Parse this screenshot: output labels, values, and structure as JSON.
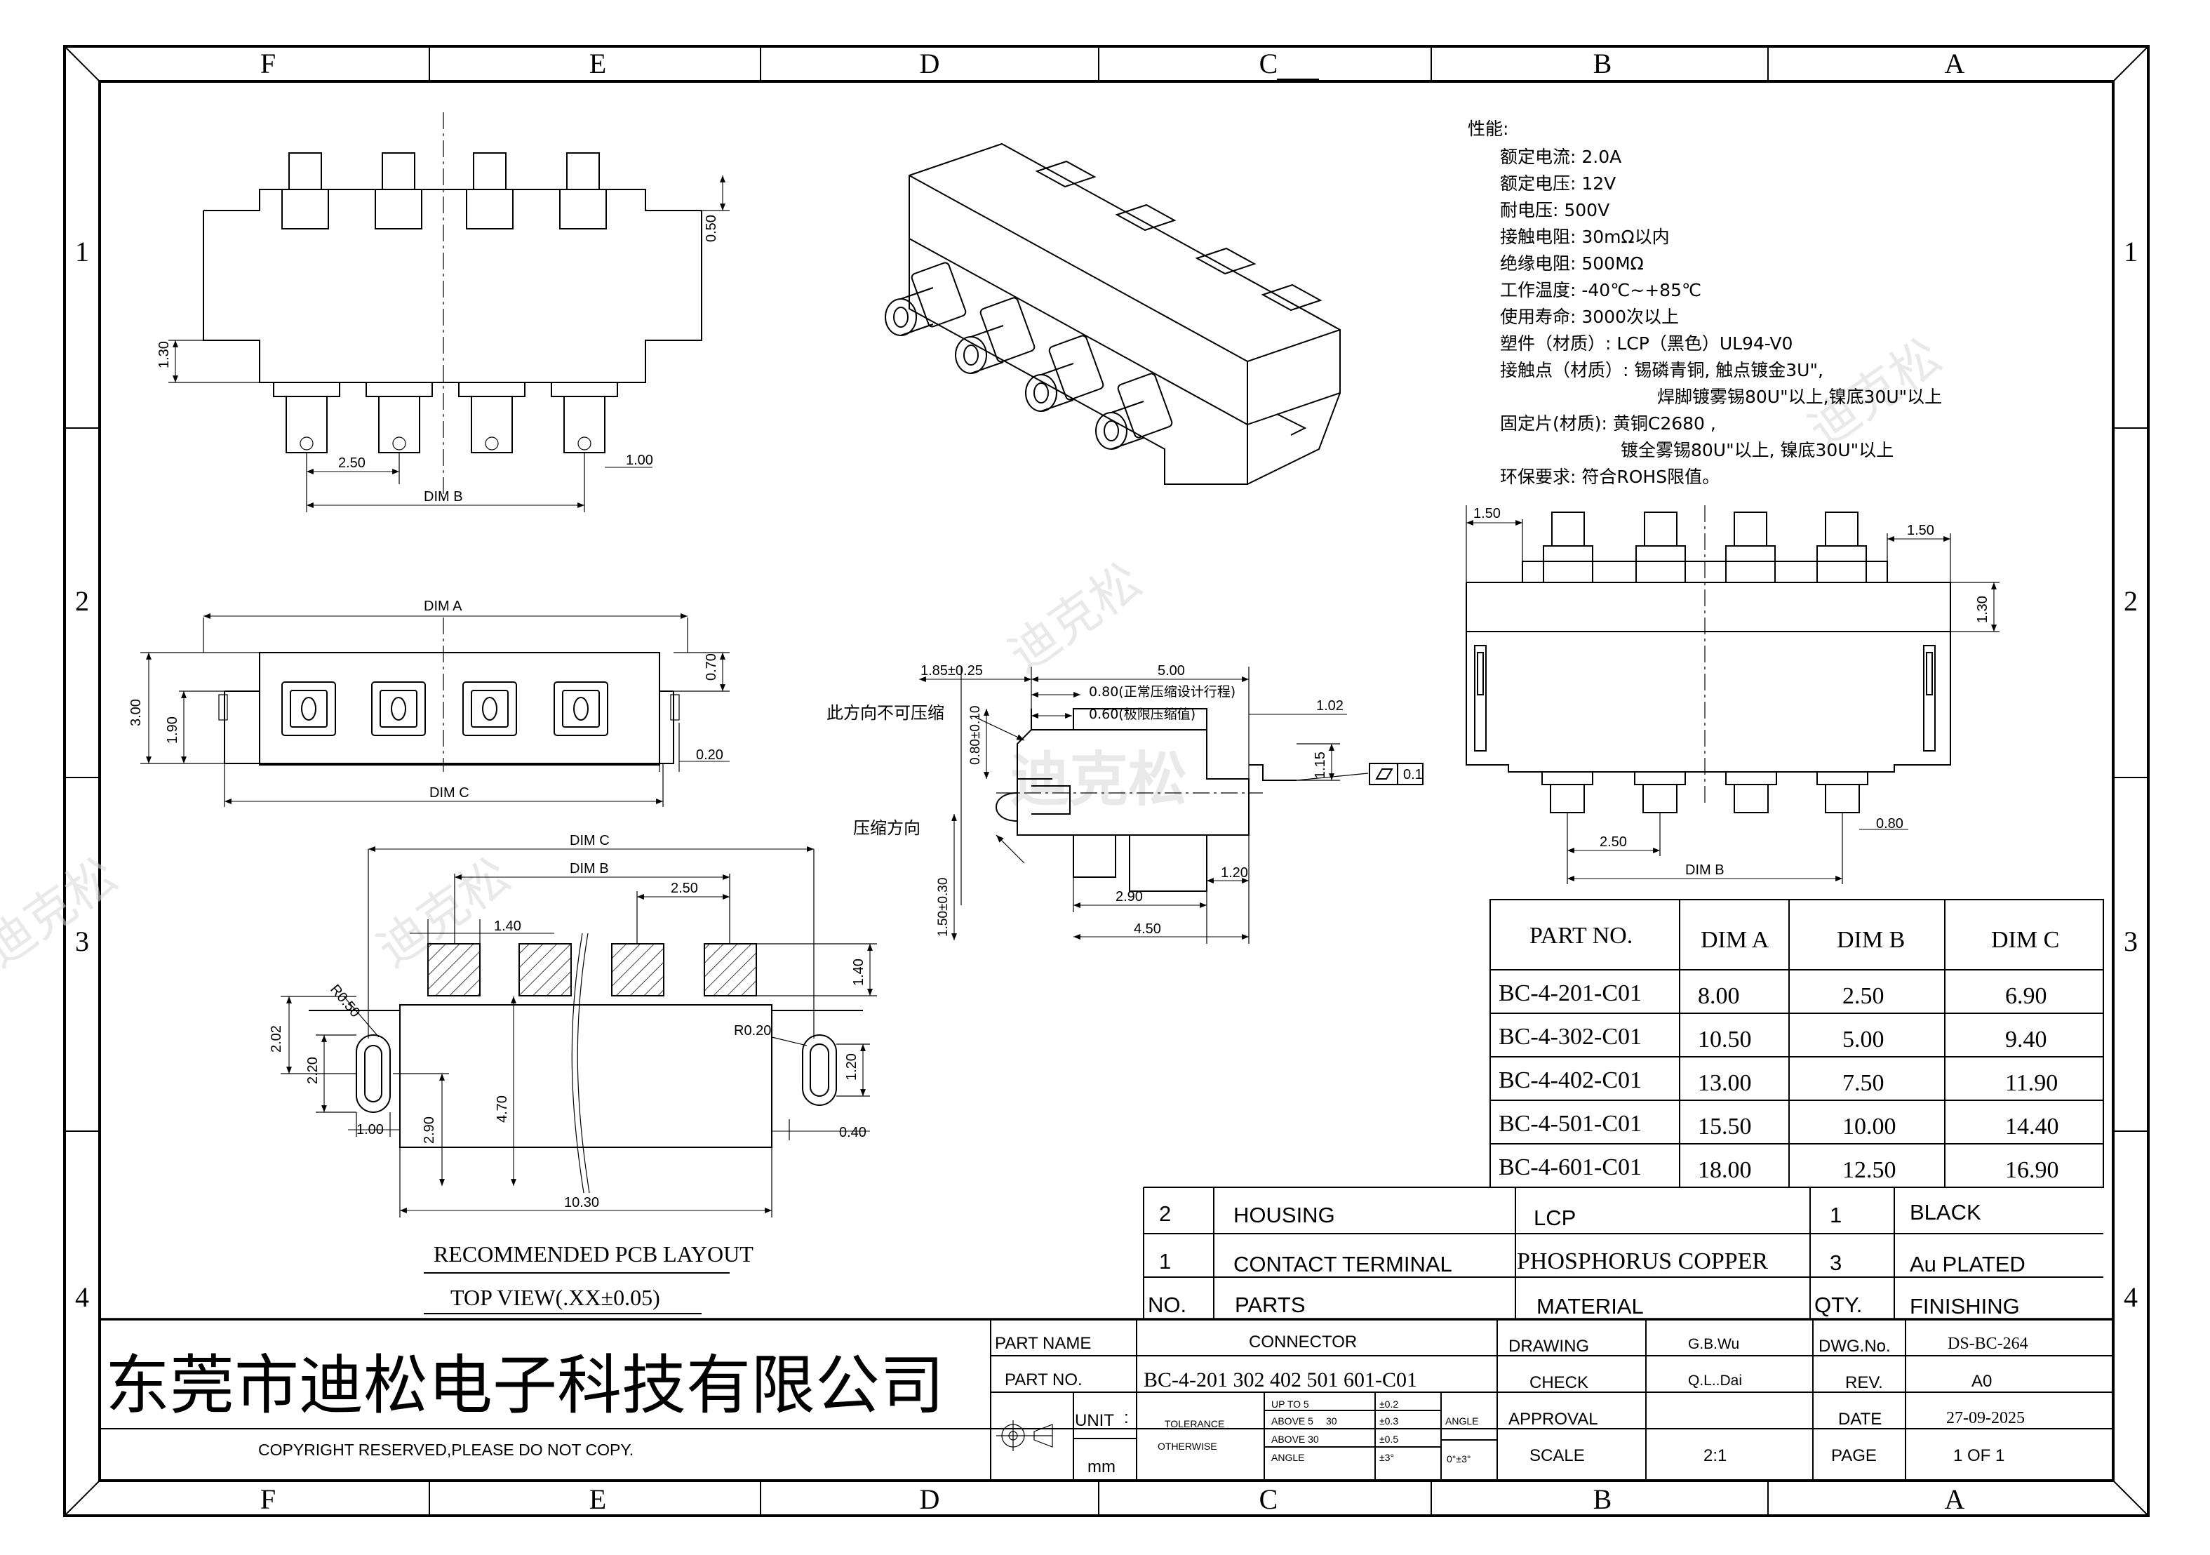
{
  "border": {
    "columns": [
      "F",
      "E",
      "D",
      "C",
      "B",
      "A"
    ],
    "rows": [
      "1",
      "2",
      "3",
      "4"
    ]
  },
  "watermark": "迪克松",
  "specs": {
    "heading": "性能:",
    "lines": [
      "额定电流: 2.0A",
      "额定电压: 12V",
      "耐电压: 500V",
      "接触电阻: 30mΩ以内",
      "绝缘电阻: 500MΩ",
      "工作温度: -40℃~+85℃",
      "使用寿命: 3000次以上",
      "塑件（材质）: LCP（黑色）UL94-V0",
      "接触点（材质）: 锡磷青铜, 触点镀金3U\",",
      "焊脚镀雾锡80U\"以上,镍底30U\"以上",
      "固定片(材质): 黄铜C2680 ,",
      "镀全雾锡80U\"以上, 镍底30U\"以上",
      "环保要求: 符合ROHS限值。"
    ]
  },
  "views": {
    "top": {
      "dim_pitch": "2.50",
      "dim_b": "DIM B",
      "dim_050": "0.50",
      "dim_130": "1.30",
      "dim_100": "1.00"
    },
    "front": {
      "dim_a": "DIM A",
      "dim_c": "DIM C",
      "dim_300": "3.00",
      "dim_190": "1.90",
      "dim_070": "0.70",
      "dim_020": "0.20"
    },
    "pcb": {
      "dim_c": "DIM C",
      "dim_b": "DIM B",
      "dim_250": "2.50",
      "dim_140a": "1.40",
      "dim_140b": "1.40",
      "dim_r050": "R0.50",
      "dim_r020": "R0.20",
      "dim_202": "2.02",
      "dim_220": "2.20",
      "dim_120": "1.20",
      "dim_290": "2.90",
      "dim_470": "4.70",
      "dim_100": "1.00",
      "dim_040": "0.40",
      "dim_1030": "10.30",
      "title": "RECOMMENDED PCB LAYOUT",
      "subtitle": "TOP VIEW(.XX±0.05)"
    },
    "side": {
      "dim_185": "1.85±0.25",
      "dim_500": "5.00",
      "dim_080": "0.80(正常压缩设计行程)",
      "dim_060": "0.60(极限压缩值)",
      "dim_102": "1.02",
      "dim_115": "1.15",
      "dim_flat": "0.1",
      "dim_080b": "0.80±0.10",
      "dim_150": "1.50±0.30",
      "dim_290": "2.90",
      "dim_120": "1.20",
      "dim_450": "4.50",
      "note_no_compress": "此方向不可压缩",
      "note_compress": "压缩方向"
    },
    "right": {
      "dim_150a": "1.50",
      "dim_150b": "1.50",
      "dim_130": "1.30",
      "dim_250": "2.50",
      "dim_080": "0.80",
      "dim_b": "DIM B"
    }
  },
  "dim_table": {
    "headers": [
      "PART NO.",
      "DIM A",
      "DIM B",
      "DIM C"
    ],
    "rows": [
      [
        "BC-4-201-C01",
        "8.00",
        "2.50",
        "6.90"
      ],
      [
        "BC-4-302-C01",
        "10.50",
        "5.00",
        "9.40"
      ],
      [
        "BC-4-402-C01",
        "13.00",
        "7.50",
        "11.90"
      ],
      [
        "BC-4-501-C01",
        "15.50",
        "10.00",
        "14.40"
      ],
      [
        "BC-4-601-C01",
        "18.00",
        "12.50",
        "16.90"
      ]
    ]
  },
  "bom": {
    "rows": [
      [
        "2",
        "HOUSING",
        "LCP",
        "1",
        "BLACK"
      ],
      [
        "1",
        "CONTACT TERMINAL",
        "PHOSPHORUS COPPER",
        "3",
        "Au PLATED"
      ]
    ],
    "header": [
      "NO.",
      "PARTS",
      "MATERIAL",
      "QTY.",
      "FINISHING"
    ]
  },
  "title_block": {
    "company": "东莞市迪松电子科技有限公司",
    "copyright": "COPYRIGHT RESERVED,PLEASE DO NOT COPY.",
    "part_name_label": "PART NAME",
    "part_name": "CONNECTOR",
    "part_no_label": "PART NO.",
    "part_no": "BC-4-201 302 402 501 601-C01",
    "unit_label": "UNIT",
    "unit_sep": ":",
    "unit": "mm",
    "tolerance_label": "TOLERANCE",
    "otherwise_label": "OTHERWISE",
    "tol_up5": "UP TO 5",
    "tol_up5_v": "±0.2",
    "tol_above5": "ABOVE 5",
    "tol_above5_to": "30",
    "tol_above5_v": "±0.3",
    "tol_above30": "ABOVE 30",
    "tol_above30_v": "±0.5",
    "tol_angle": "ANGLE",
    "tol_angle_v": "±3°",
    "angle_label": "ANGLE",
    "angle_value": "0°±3°",
    "drawing_label": "DRAWING",
    "drawing_by": "G.B.Wu",
    "check_label": "CHECK",
    "check_by": "Q.L..Dai",
    "approval_label": "APPROVAL",
    "scale_label": "SCALE",
    "scale": "2:1",
    "dwg_no_label": "DWG.No.",
    "dwg_no": "DS-BC-264",
    "rev_label": "REV.",
    "rev": "A0",
    "date_label": "DATE",
    "date": "27-09-2025",
    "page_label": "PAGE",
    "page": "1 OF 1"
  }
}
